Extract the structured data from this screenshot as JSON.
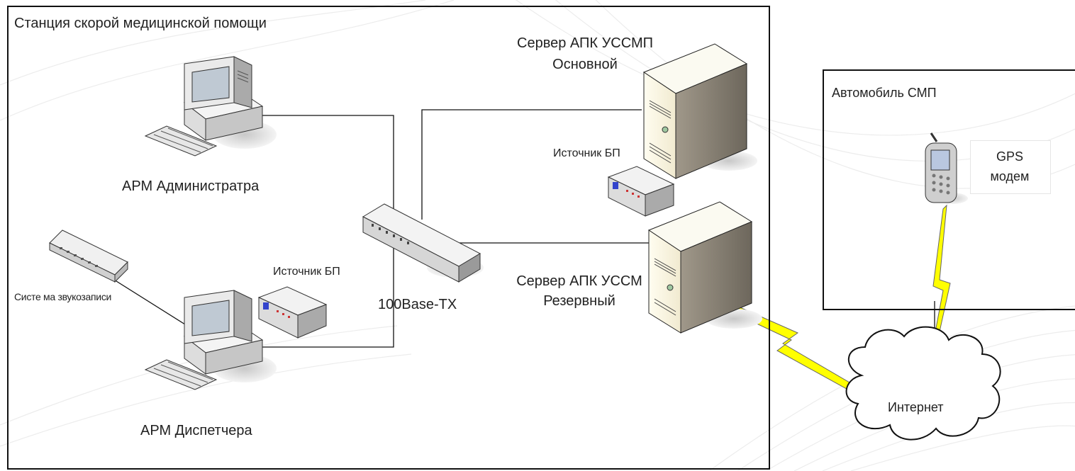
{
  "station": {
    "title": "Станция скорой медицинской помощи"
  },
  "vehicle": {
    "title": "Автомобиль СМП"
  },
  "nodes": {
    "admin_pc": "АРМ Администратра",
    "dispatcher_pc": "АРМ Диспетчера",
    "sound_system": "Систе ма звукозаписи",
    "ups_left": "Источник БП",
    "ups_right": "Источник БП",
    "switch": "100Base-TX",
    "server_main_line1": "Сервер АПК УССМП",
    "server_main_line2": "Основной",
    "server_backup_line1": "Сервер АПК УССМ",
    "server_backup_line2": "Резервный",
    "internet": "Интернет",
    "gps_line1": "GPS",
    "gps_line2": "модем"
  }
}
